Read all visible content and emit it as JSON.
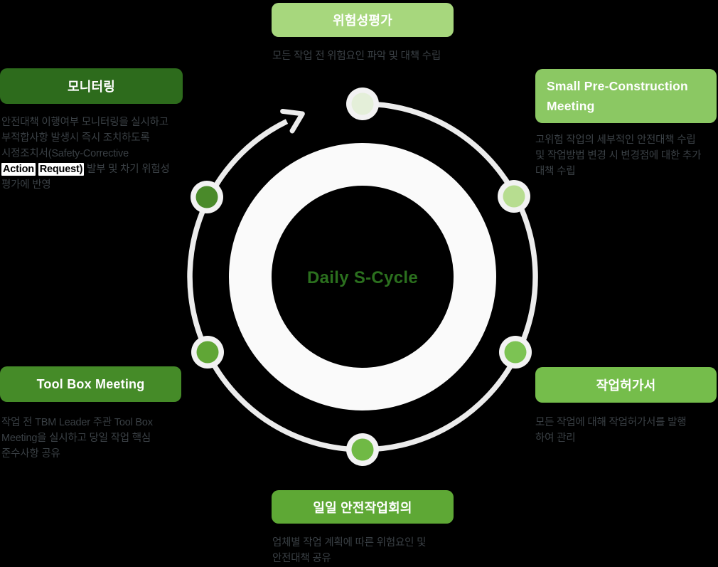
{
  "background": "#000000",
  "center": {
    "label": "Daily S-Cycle",
    "color": "#2b701e"
  },
  "cycle": {
    "ring_color": "#ececec",
    "donut_color": "#fafafa",
    "dot_ring_color": "#f2f2f2",
    "direction": "clockwise"
  },
  "steps": [
    {
      "id": "risk-assessment",
      "label": "위험성평가",
      "button_color": "#a7d77d",
      "dot_color": "#e4efd9",
      "desc_lines": [
        "모든 작업 전 위험요인 파악 및 대책 수립"
      ]
    },
    {
      "id": "small-pre-construction-meeting",
      "label": "Small Pre-Construction Meeting",
      "button_color": "#8bc863",
      "dot_color": "#b7dd90",
      "desc_lines": [
        "고위험 작업의 세부적인 안전대책 수립",
        "및 작업방법 변경 시 변경점에 대한 추가",
        "대책 수립"
      ]
    },
    {
      "id": "work-permit",
      "label": "작업허가서",
      "button_color": "#75bd4b",
      "dot_color": "#7cc353",
      "desc_lines": [
        "모든 작업에 대해 작업허가서를 발행",
        "하여 관리"
      ]
    },
    {
      "id": "daily-safety-meeting",
      "label": "일일 안전작업회의",
      "button_color": "#5ea835",
      "dot_color": "#70b945",
      "desc_lines": [
        "업체별 작업 계획에 따른 위험요인 및",
        "안전대책 공유"
      ]
    },
    {
      "id": "tool-box-meeting",
      "label": "Tool Box Meeting",
      "button_color": "#458b28",
      "dot_color": "#60a636",
      "desc_lines": [
        "작업 전 TBM Leader 주관 Tool Box",
        "Meeting을 실시하고 당일 작업 핵심",
        "준수사항 공유"
      ]
    },
    {
      "id": "monitoring",
      "label": "모니터링",
      "button_color": "#2d6b1c",
      "dot_color": "#4a8a2a",
      "desc_lines": [
        "안전대책 이행여부 모니터링을 실시하고",
        "부적합사항 발생시 즉시 조치하도록",
        "시정조치서(Safety-Corrective",
        "평가에 반영"
      ],
      "highlight": {
        "word1": "Action",
        "word2": "Request)",
        "after": " 발부 및 차기 위험성"
      }
    }
  ]
}
